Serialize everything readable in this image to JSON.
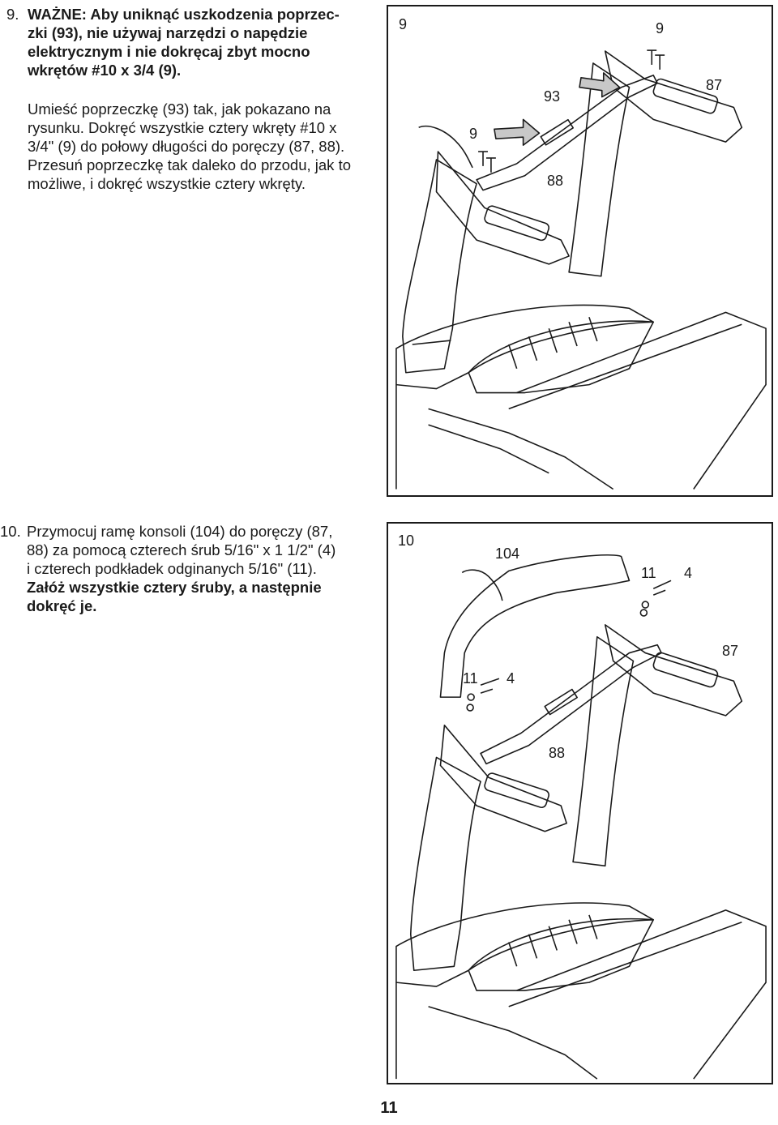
{
  "step9": {
    "number": "9.",
    "warning_line1": "WAŻNE: Aby uniknąć uszkodzenia poprzec-",
    "warning_line2": "zki (93), nie używaj narzędzi o napędzie",
    "warning_line3": "elektrycznym i nie dokręcaj zbyt mocno",
    "warning_line4": "wkrętów #10 x 3/4 (9).",
    "body_line1": "Umieść poprzeczkę (93) tak, jak pokazano na",
    "body_line2": "rysunku. Dokręć wszystkie cztery wkręty #10 x",
    "body_line3": "3/4\" (9) do połowy długości do poręczy (87, 88).",
    "body_line4": "Przesuń poprzeczkę tak daleko do przodu, jak to",
    "body_line5": "możliwe, i dokręć wszystkie cztery wkręty."
  },
  "figure9": {
    "step_label": "9",
    "callouts": {
      "screw_right": "9",
      "right_rail": "87",
      "crossbar": "93",
      "screw_left": "9",
      "left_rail": "88"
    }
  },
  "step10": {
    "number": "10.",
    "body_line1": "Przymocuj ramę konsoli (104) do poręczy (87,",
    "body_line2": "88) za pomocą czterech śrub 5/16\" x 1 1/2\" (4)",
    "body_line3": "i czterech podkładek odginanych 5/16\" (11).",
    "bold_line1": "Załóż wszystkie cztery śruby, a następnie",
    "bold_line2": "dokręć je."
  },
  "figure10": {
    "step_label": "10",
    "callouts": {
      "console_frame": "104",
      "washer_right": "11",
      "bolt_right": "4",
      "right_rail": "87",
      "washer_left": "11",
      "bolt_left": "4",
      "left_rail": "88"
    }
  },
  "footer": {
    "page_number": "11"
  }
}
